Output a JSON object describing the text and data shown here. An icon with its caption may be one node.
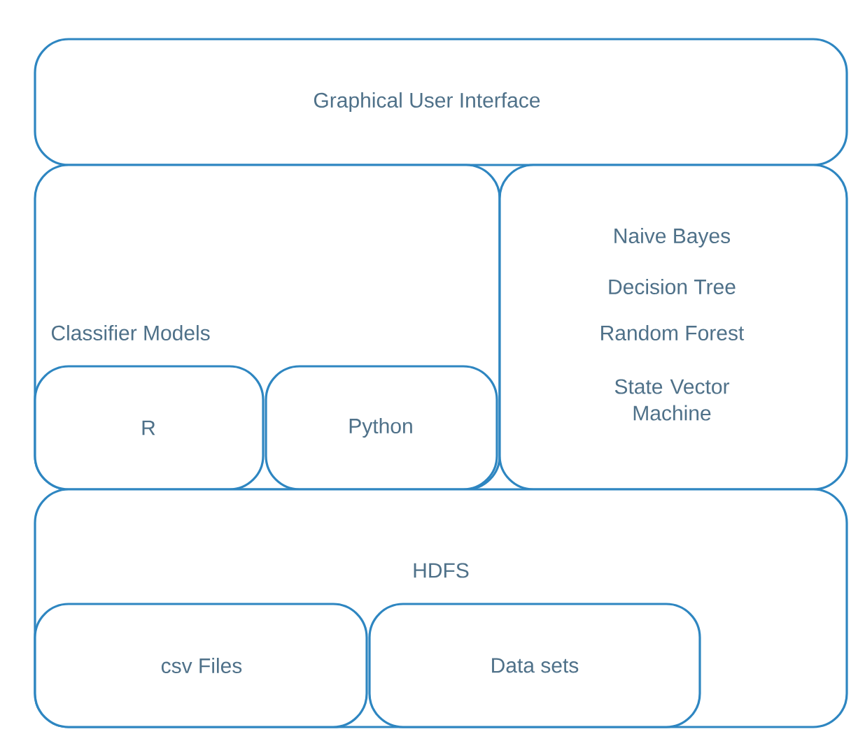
{
  "diagram": {
    "nodes": [
      {
        "text": [
          "Graphical User Interface"
        ]
      },
      {
        "text": [
          "Classifier Models"
        ]
      },
      {
        "text": [
          "R"
        ],
        "in": 1
      },
      {
        "text": [
          "Python"
        ],
        "in": 1
      },
      {
        "text": [
          "Naive Bayes",
          "Decision Tree",
          "Random Forest",
          "State Vector Machine"
        ]
      },
      {
        "text": [
          "HDFS"
        ]
      },
      {
        "text": [
          "csv Files"
        ],
        "in": 5
      },
      {
        "text": [
          "Data sets"
        ],
        "in": 5
      }
    ]
  }
}
